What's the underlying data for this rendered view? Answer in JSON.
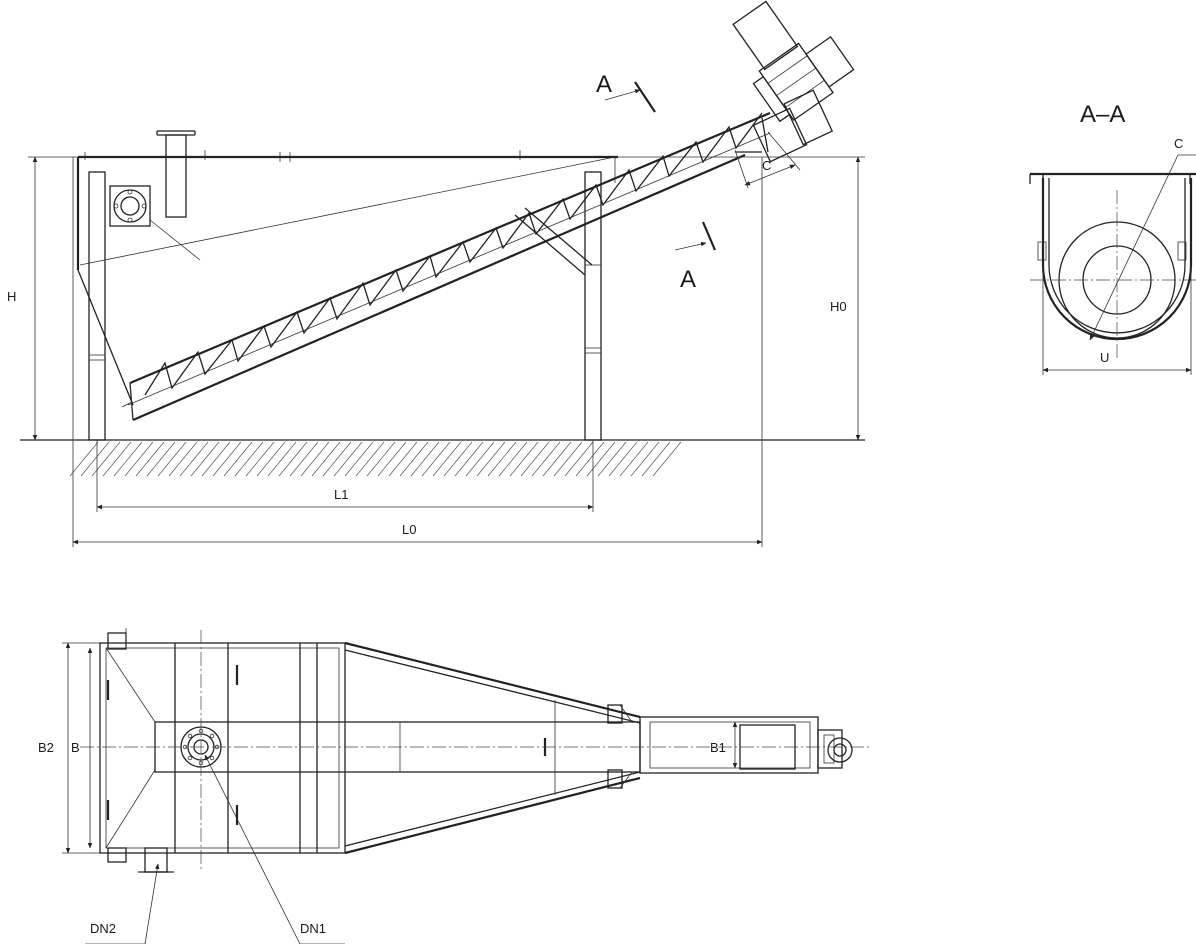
{
  "side_view": {
    "dim_H": "H",
    "dim_H0": "H0",
    "dim_L1": "L1",
    "dim_L0": "L0",
    "dim_C": "C",
    "section_mark_top": "A",
    "section_mark_bottom": "A"
  },
  "section_view": {
    "title": "A–A",
    "dim_C": "C",
    "dim_U": "U"
  },
  "plan_view": {
    "dim_B2": "B2",
    "dim_B": "B",
    "dim_B1": "B1",
    "dim_DN2": "DN2",
    "dim_DN1": "DN1"
  }
}
